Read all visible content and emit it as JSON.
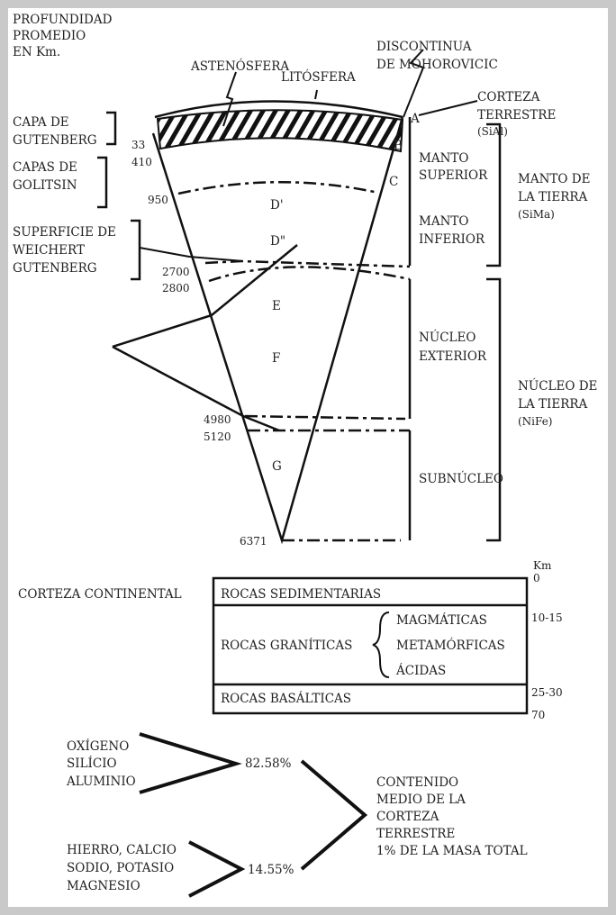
{
  "depth_title": [
    "PROFUNDIDAD",
    "PROMEDIO",
    "EN Km."
  ],
  "labels": {
    "astenosfera": "ASTENÓSFERA",
    "litosfera": "LITÓSFERA",
    "moho": [
      "DISCONTINUA",
      "DE MOHOROVICIC"
    ],
    "corteza": [
      "CORTEZA",
      "TERRESTRE",
      "(SiAl)"
    ],
    "gutenberg": [
      "CAPA DE",
      "GUTENBERG"
    ],
    "golitsin": [
      "CAPAS DE",
      "GOLITSIN"
    ],
    "weichert": [
      "SUPERFICIE DE",
      "WEICHERT",
      "GUTENBERG"
    ],
    "manto_superior": [
      "MANTO",
      "SUPERIOR"
    ],
    "manto_inferior": [
      "MANTO",
      "INFERIOR"
    ],
    "manto_tierra": [
      "MANTO DE",
      "LA TIERRA",
      "(SiMa)"
    ],
    "nucleo_exterior": [
      "NÚCLEO",
      "EXTERIOR"
    ],
    "nucleo_tierra": [
      "NÚCLEO DE",
      "LA TIERRA",
      "(NiFe)"
    ],
    "subnucleo": "SUBNÚCLEO"
  },
  "layers": [
    "A",
    "B",
    "C",
    "D'",
    "D\"",
    "E",
    "F",
    "G"
  ],
  "depths": [
    "33",
    "410",
    "950",
    "2700",
    "2800",
    "4980",
    "5120",
    "6371"
  ],
  "crust_table": {
    "title": "CORTEZA CONTINENTAL",
    "unit": "Km",
    "rows": [
      "ROCAS SEDIMENTARIAS",
      "ROCAS GRANÍTICAS",
      "ROCAS BASÁLTICAS"
    ],
    "granite_types": [
      "MAGMÁTICAS",
      "METAMÓRFICAS",
      "ÁCIDAS"
    ],
    "scale": [
      "0",
      "10-15",
      "25-30",
      "70"
    ]
  },
  "composition": {
    "group1": [
      "OXÍGENO",
      "SILÍCIO",
      "ALUMINIO"
    ],
    "group1_pct": "82.58%",
    "group2": [
      "HIERRO, CALCIO",
      "SODIO, POTASIO",
      "MAGNESIO"
    ],
    "group2_pct": "14.55%",
    "summary": [
      "CONTENIDO",
      "MEDIO DE LA",
      "CORTEZA",
      "TERRESTRE",
      "1% DE LA MASA TOTAL"
    ]
  }
}
